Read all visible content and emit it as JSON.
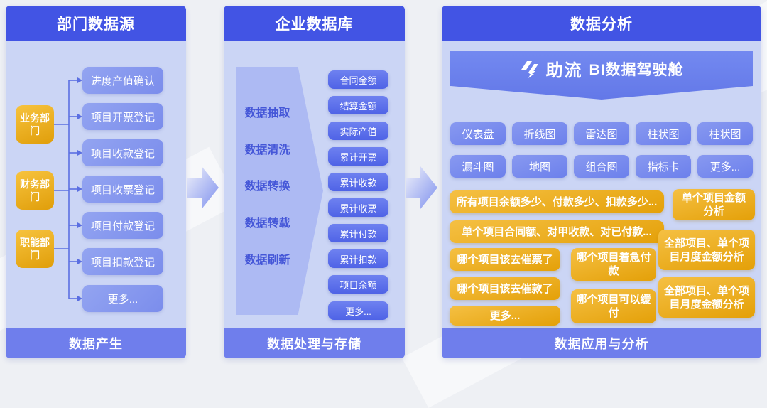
{
  "colors": {
    "header_blue": "#4254e4",
    "footer_blue": "#6f7eec",
    "panel_bg": "#cbd5f5",
    "item_blue": "#8495ee",
    "metric_blue": "#5a6ee9",
    "funnel_text_blue": "#4557d8",
    "gold": "#eca812",
    "banner_blue": "#6d82ec"
  },
  "panels": {
    "left": {
      "header": "部门数据源",
      "footer": "数据产生",
      "departments": [
        "业务部门",
        "财务部门",
        "职能部门"
      ],
      "items": [
        "进度产值确认",
        "项目开票登记",
        "项目收款登记",
        "项目收票登记",
        "项目付款登记",
        "项目扣款登记",
        "更多..."
      ]
    },
    "middle": {
      "header": "企业数据库",
      "footer": "数据处理与存储",
      "process_steps": [
        "数据抽取",
        "数据清洗",
        "数据转换",
        "数据转载",
        "数据刷新"
      ],
      "metrics": [
        "合同金额",
        "结算金额",
        "实际产值",
        "累计开票",
        "累计收款",
        "累计收票",
        "累计付款",
        "累计扣款",
        "项目余额",
        "更多..."
      ]
    },
    "right": {
      "header": "数据分析",
      "footer": "数据应用与分析",
      "banner": {
        "brand": "助流",
        "title": "BI数据驾驶舱"
      },
      "chart_types": [
        "仪表盘",
        "折线图",
        "雷达图",
        "柱状图",
        "柱状图",
        "漏斗图",
        "地图",
        "组合图",
        "指标卡",
        "更多..."
      ],
      "questions_wide": [
        "所有项目余额多少、付款多少、扣款多少...",
        "单个项目合同额、对甲收款、对已付款..."
      ],
      "questions_left": [
        "哪个项目该去催票了",
        "哪个项目该去催款了",
        "更多..."
      ],
      "questions_mid": [
        "哪个项目着急付款",
        "哪个项目可以缓付"
      ],
      "questions_side": [
        "单个项目金额分析",
        "全部项目、单个项目月度金额分析",
        "全部项目、单个项目月度金额分析"
      ]
    }
  }
}
